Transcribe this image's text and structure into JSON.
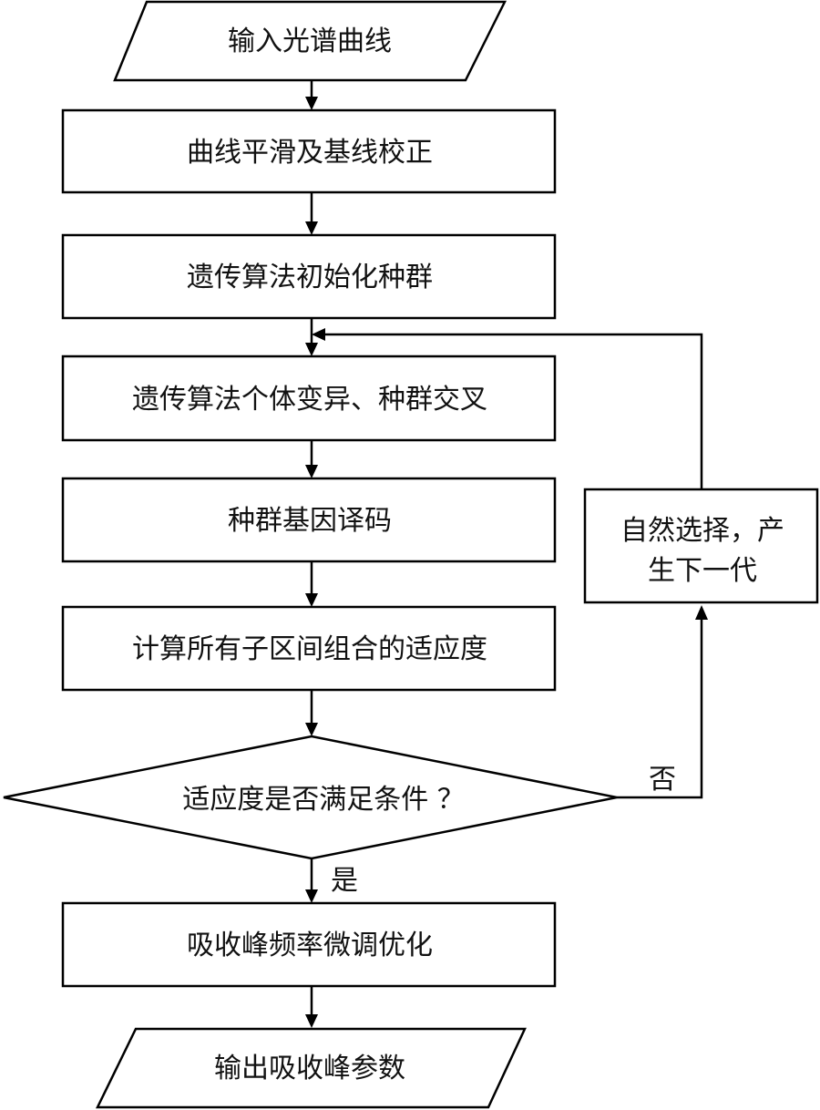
{
  "flowchart": {
    "nodes": {
      "input": {
        "type": "io",
        "label": "输入光谱曲线"
      },
      "smooth": {
        "type": "process",
        "label": "曲线平滑及基线校正"
      },
      "init": {
        "type": "process",
        "label": "遗传算法初始化种群"
      },
      "mutate": {
        "type": "process",
        "label": "遗传算法个体变异、种群交叉"
      },
      "decode": {
        "type": "process",
        "label": "种群基因译码"
      },
      "fitness": {
        "type": "process",
        "label": "计算所有子区间组合的适应度"
      },
      "decision": {
        "type": "decision",
        "label": "适应度是否满足条件 ？"
      },
      "select": {
        "type": "process",
        "label_line1": "自然选择，产",
        "label_line2": "生下一代"
      },
      "finetune": {
        "type": "process",
        "label": "吸收峰频率微调优化"
      },
      "output": {
        "type": "io",
        "label": "输出吸收峰参数"
      }
    },
    "edges": [
      {
        "from": "input",
        "to": "smooth"
      },
      {
        "from": "smooth",
        "to": "init"
      },
      {
        "from": "init",
        "to": "mutate"
      },
      {
        "from": "mutate",
        "to": "decode"
      },
      {
        "from": "decode",
        "to": "fitness"
      },
      {
        "from": "fitness",
        "to": "decision"
      },
      {
        "from": "decision",
        "to": "select",
        "label": "否"
      },
      {
        "from": "select",
        "to": "mutate"
      },
      {
        "from": "decision",
        "to": "finetune",
        "label": "是"
      },
      {
        "from": "finetune",
        "to": "output"
      }
    ],
    "edge_labels": {
      "no": "否",
      "yes": "是"
    }
  }
}
